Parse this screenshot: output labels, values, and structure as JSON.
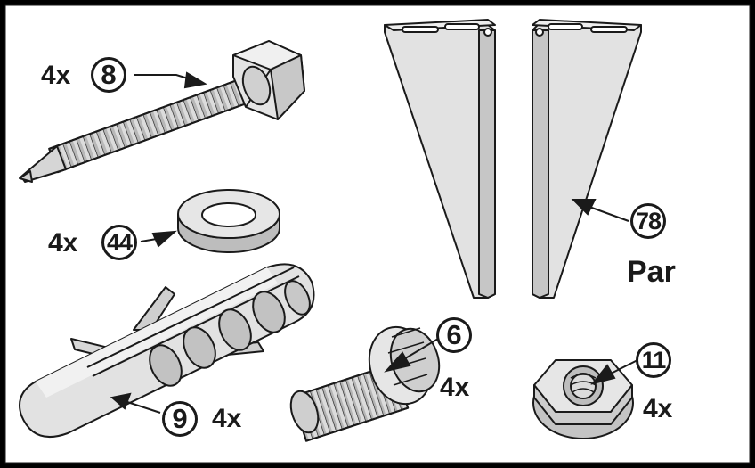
{
  "parts": [
    {
      "id": "bolt",
      "number": "8",
      "quantity": "4x"
    },
    {
      "id": "washer",
      "number": "44",
      "quantity": "4x"
    },
    {
      "id": "plug",
      "number": "9",
      "quantity": "4x"
    },
    {
      "id": "bracket",
      "number": "78",
      "quantity": "Par"
    },
    {
      "id": "screw",
      "number": "6",
      "quantity": "4x"
    },
    {
      "id": "nut",
      "number": "11",
      "quantity": "4x"
    }
  ],
  "colors": {
    "line": "#1a1a1a",
    "part_fill": "#e2e2e2",
    "part_shade": "#bdbdbd",
    "background": "#ffffff"
  }
}
